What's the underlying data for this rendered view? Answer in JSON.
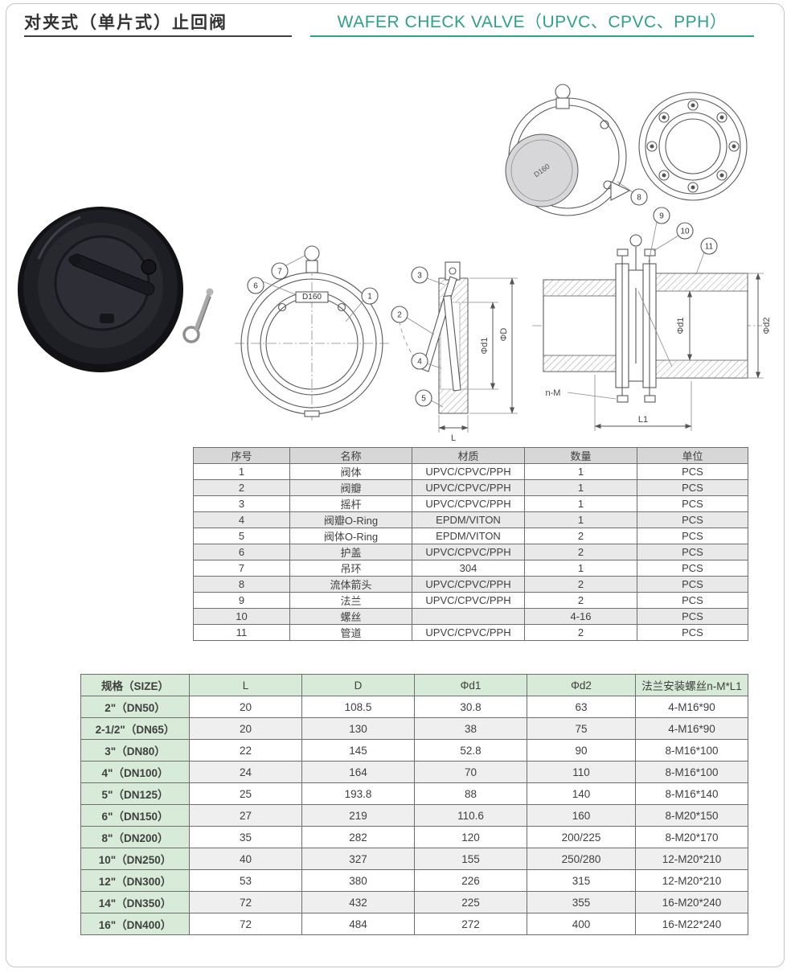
{
  "page": {
    "title_cn": "对夹式（单片式）止回阀",
    "title_en": "WAFER CHECK VALVE（UPVC、CPVC、PPH）",
    "accent_color": "#2fa08d",
    "table_header_green": "#d8ead8",
    "table_header_grey": "#d7d7d7"
  },
  "callouts": {
    "c1": "1",
    "c2": "2",
    "c3": "3",
    "c4": "4",
    "c5": "5",
    "c6": "6",
    "c7": "7",
    "c8": "8",
    "c9": "9",
    "c10": "10",
    "c11": "11"
  },
  "dims": {
    "phi_d1": "Φd1",
    "phi_D": "ΦD",
    "L": "L",
    "phi_d2": "Φd2",
    "n_M": "n-M",
    "L1": "L1"
  },
  "drawings": {
    "labels": {
      "front_tag": "D160",
      "disc_tag": "D160"
    }
  },
  "parts_table": {
    "headers": [
      "序号",
      "名称",
      "材质",
      "数量",
      "单位"
    ],
    "rows": [
      [
        "1",
        "阀体",
        "UPVC/CPVC/PPH",
        "1",
        "PCS"
      ],
      [
        "2",
        "阀瓣",
        "UPVC/CPVC/PPH",
        "1",
        "PCS"
      ],
      [
        "3",
        "摇杆",
        "UPVC/CPVC/PPH",
        "1",
        "PCS"
      ],
      [
        "4",
        "阀瓣O-Ring",
        "EPDM/VITON",
        "1",
        "PCS"
      ],
      [
        "5",
        "阀体O-Ring",
        "EPDM/VITON",
        "2",
        "PCS"
      ],
      [
        "6",
        "护盖",
        "UPVC/CPVC/PPH",
        "2",
        "PCS"
      ],
      [
        "7",
        "吊环",
        "304",
        "1",
        "PCS"
      ],
      [
        "8",
        "流体箭头",
        "UPVC/CPVC/PPH",
        "2",
        "PCS"
      ],
      [
        "9",
        "法兰",
        "UPVC/CPVC/PPH",
        "2",
        "PCS"
      ],
      [
        "10",
        "螺丝",
        "",
        "4-16",
        "PCS"
      ],
      [
        "11",
        "管道",
        "UPVC/CPVC/PPH",
        "2",
        "PCS"
      ]
    ]
  },
  "size_table": {
    "headers": [
      "规格（SIZE）",
      "L",
      "D",
      "Φd1",
      "Φd2",
      "法兰安装螺丝n-M*L1"
    ],
    "rows": [
      [
        "2\"（DN50）",
        "20",
        "108.5",
        "30.8",
        "63",
        "4-M16*90"
      ],
      [
        "2-1/2\"（DN65）",
        "20",
        "130",
        "38",
        "75",
        "4-M16*90"
      ],
      [
        "3\"（DN80）",
        "22",
        "145",
        "52.8",
        "90",
        "8-M16*100"
      ],
      [
        "4\"（DN100）",
        "24",
        "164",
        "70",
        "110",
        "8-M16*100"
      ],
      [
        "5\"（DN125）",
        "25",
        "193.8",
        "88",
        "140",
        "8-M16*140"
      ],
      [
        "6\"（DN150）",
        "27",
        "219",
        "110.6",
        "160",
        "8-M20*150"
      ],
      [
        "8\"（DN200）",
        "35",
        "282",
        "120",
        "200/225",
        "8-M20*170"
      ],
      [
        "10\"（DN250）",
        "40",
        "327",
        "155",
        "250/280",
        "12-M20*210"
      ],
      [
        "12\"（DN300）",
        "53",
        "380",
        "226",
        "315",
        "12-M20*210"
      ],
      [
        "14\"（DN350）",
        "72",
        "432",
        "225",
        "355",
        "16-M20*240"
      ],
      [
        "16\"（DN400）",
        "72",
        "484",
        "272",
        "400",
        "16-M22*240"
      ]
    ]
  }
}
